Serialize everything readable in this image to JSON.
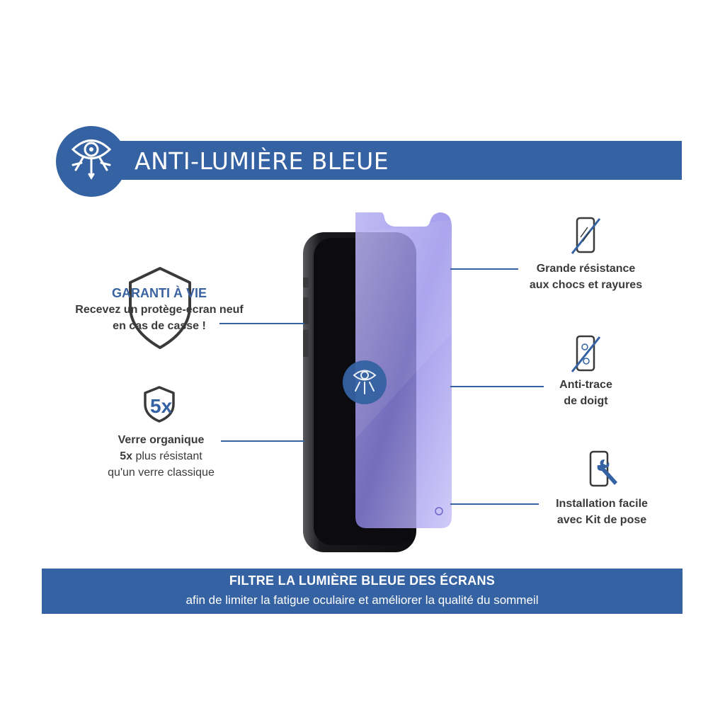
{
  "header": {
    "title": "ANTI-LUMIÈRE BLEUE",
    "badge_icon": "eye-icon"
  },
  "features_left": [
    {
      "title": "GARANTI À VIE",
      "line1": "Recevez un protège-écran neuf",
      "line2": "en cas de casse !",
      "icon": "shield-icon"
    },
    {
      "badge": "5x",
      "title": "Verre organique",
      "line1_bold": "5x",
      "line1_rest": " plus résistant",
      "line2": "qu'un verre classique",
      "icon": "shield-5x-icon"
    }
  ],
  "features_right": [
    {
      "line1": "Grande résistance",
      "line2": "aux chocs et rayures",
      "icon": "phone-scratch-icon"
    },
    {
      "line1": "Anti-trace",
      "line2": "de doigt",
      "icon": "phone-fingerprint-icon"
    },
    {
      "line1": "Installation facile",
      "line2": "avec Kit de pose",
      "icon": "phone-wrench-icon"
    }
  ],
  "bottom": {
    "title": "FILTRE LA LUMIÈRE BLEUE DES ÉCRANS",
    "subtitle": "afin de limiter la fatigue oculaire et améliorer la qualité du sommeil"
  },
  "colors": {
    "brand_blue": "#3562a2",
    "screen_protector": "#8f86e8",
    "phone_body": "#1c1c1e"
  }
}
